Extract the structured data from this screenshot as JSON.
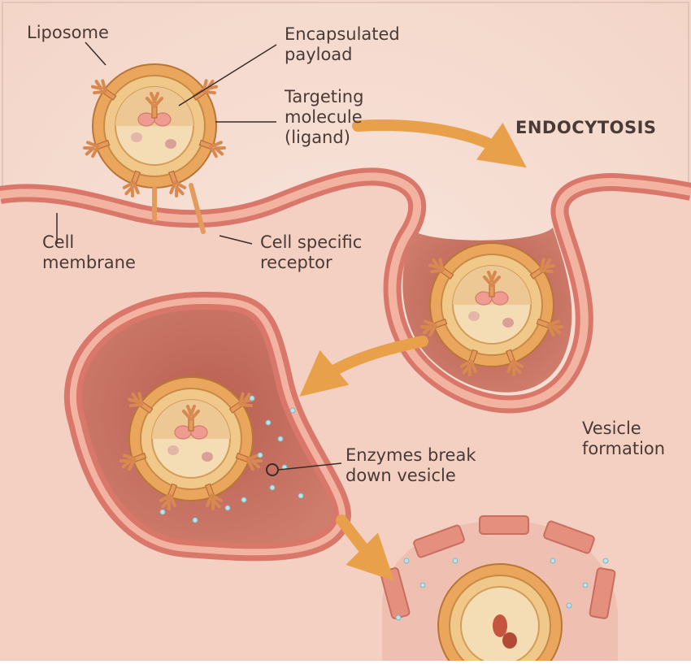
{
  "diagram": {
    "title": "ENDOCYTOSIS",
    "labels": {
      "liposome": "Liposome",
      "payload": [
        "Encapsulated",
        "payload"
      ],
      "ligand": [
        "Targeting",
        "molecule",
        "(ligand)"
      ],
      "membrane": [
        "Cell",
        "membrane"
      ],
      "receptor": [
        "Cell specific",
        "receptor"
      ],
      "vesicle": [
        "Vesicle",
        "formation"
      ],
      "enzymes": [
        "Enzymes break",
        "down vesicle"
      ]
    },
    "colors": {
      "background": "#f6ddd2",
      "cytoplasm": "#f2cfc2",
      "membrane_outer": "#e58f7f",
      "membrane_inner": "#f4b9a6",
      "vesicle_lumen": "#c96e5e",
      "liposome_shell": "#e6a458",
      "liposome_core": "#f3d7a4",
      "arrow": "#e9a04a",
      "text": "#4a3a36"
    }
  }
}
